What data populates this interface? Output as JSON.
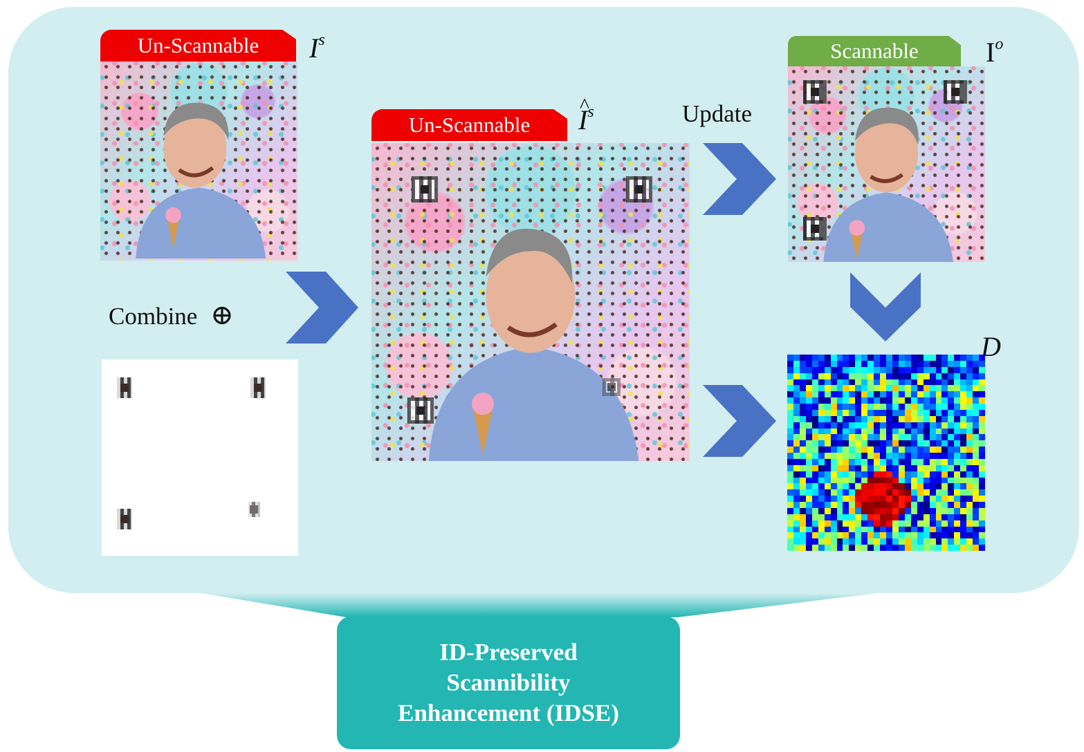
{
  "diagram": {
    "tags": {
      "unscannable_source": "Un-Scannable",
      "unscannable_combined": "Un-Scannable",
      "scannable_output": "Scannable"
    },
    "symbols": {
      "source_image": "I",
      "source_image_sup": "s",
      "combined_image": "I",
      "combined_image_sup": "s",
      "output_image": "I",
      "output_image_sup": "o",
      "difference_map": "D"
    },
    "operations": {
      "combine": "Combine",
      "combine_symbol": "⊕",
      "update": "Update"
    },
    "module_title": [
      "ID-Preserved",
      "Scannibility",
      "Enhancement (IDSE)"
    ],
    "colors": {
      "panel": "#d2eef0",
      "module": "#23b6b3",
      "arrow": "#4a72c4",
      "tag_unscannable": "#ee0000",
      "tag_scannable": "#70ad47"
    },
    "icons": [
      "chevron-right-icon",
      "chevron-down-icon"
    ]
  }
}
